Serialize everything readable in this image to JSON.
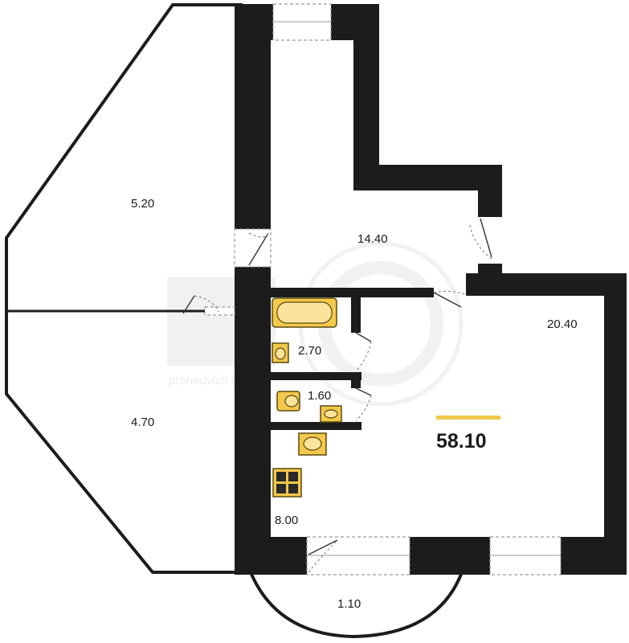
{
  "rooms": {
    "terrace_top": {
      "area": "5.20"
    },
    "terrace_bottom": {
      "area": "4.70"
    },
    "hall": {
      "area": "14.40"
    },
    "living": {
      "area": "20.40"
    },
    "bathroom": {
      "area": "2.70"
    },
    "toilet": {
      "area": "1.60"
    },
    "kitchen": {
      "area": "8.00"
    },
    "balcony": {
      "area": "1.10"
    }
  },
  "total": {
    "area": "58.10",
    "accent_color": "#f2c94c"
  },
  "watermark": {
    "text": "pronedvizh.com"
  },
  "colors": {
    "wall": "#1c1c1c",
    "fixture": "#f4c84a"
  }
}
